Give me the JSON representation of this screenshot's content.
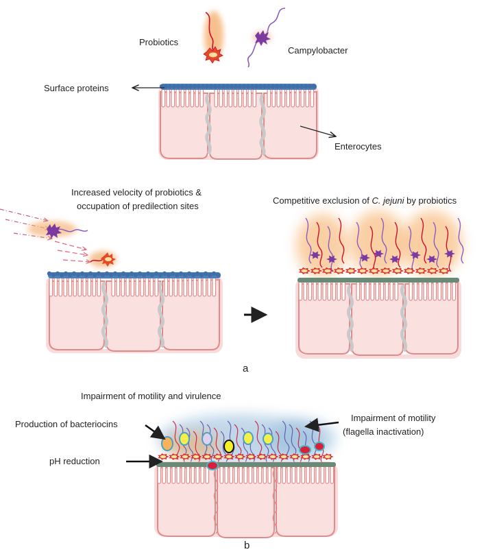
{
  "panel_a": {
    "label_probiotics": "Probiotics",
    "label_campylobacter": "Campylobacter",
    "label_surface_proteins": "Surface proteins",
    "label_enterocytes": "Enterocytes",
    "velocity_line1": "Increased velocity of probiotics &",
    "velocity_line2": "occupation of predilection sites",
    "exclusion_pre": "Competitive exclusion of ",
    "exclusion_species": "C. jejuni",
    "exclusion_post": " by probiotics",
    "letter": "a"
  },
  "panel_b": {
    "title": "Impairment of motility and virulence",
    "label_bacteriocins": "Production of bacteriocins",
    "label_ph": "pH reduction",
    "motility_line1": "Impairment of motility",
    "motility_line2": "(flagella inactivation)",
    "letter": "b"
  },
  "colors": {
    "cell_fill": "#fbe0e0",
    "cell_stroke": "#e08a8a",
    "surface_protein": "#4d7fb8",
    "probiotic_body": "#e34a2a",
    "probiotic_glow": "#f5b57a",
    "campylobacter_body": "#7a3aa0",
    "campylobacter_flagellum": "#8a5cc0",
    "bacteriocin_glow": "#8fb8d8"
  }
}
